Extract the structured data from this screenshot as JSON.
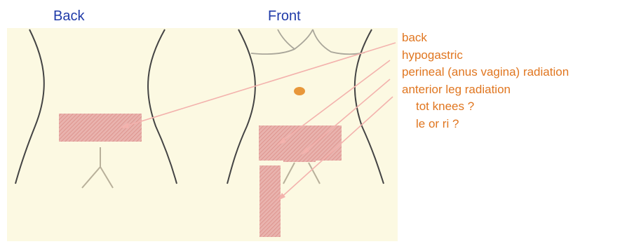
{
  "views": {
    "back_label": "Back",
    "front_label": "Front"
  },
  "annotations": [
    {
      "text": "back",
      "indent": false
    },
    {
      "text": "hypogastric",
      "indent": false
    },
    {
      "text": "perineal (anus vagina) radiation",
      "indent": false
    },
    {
      "text": "anterior leg radiation",
      "indent": false
    },
    {
      "text": "tot knees  ?",
      "indent": true
    },
    {
      "text": "le or ri ?",
      "indent": true
    }
  ],
  "colors": {
    "panel_background": "#fcf9e2",
    "body_outline": "#444444",
    "navel": "#e8973a",
    "pain_region": "#e6a8a4",
    "pointer_line": "#f3b2ad",
    "view_label": "#1f3aa8",
    "annotation_text": "#e07620"
  }
}
